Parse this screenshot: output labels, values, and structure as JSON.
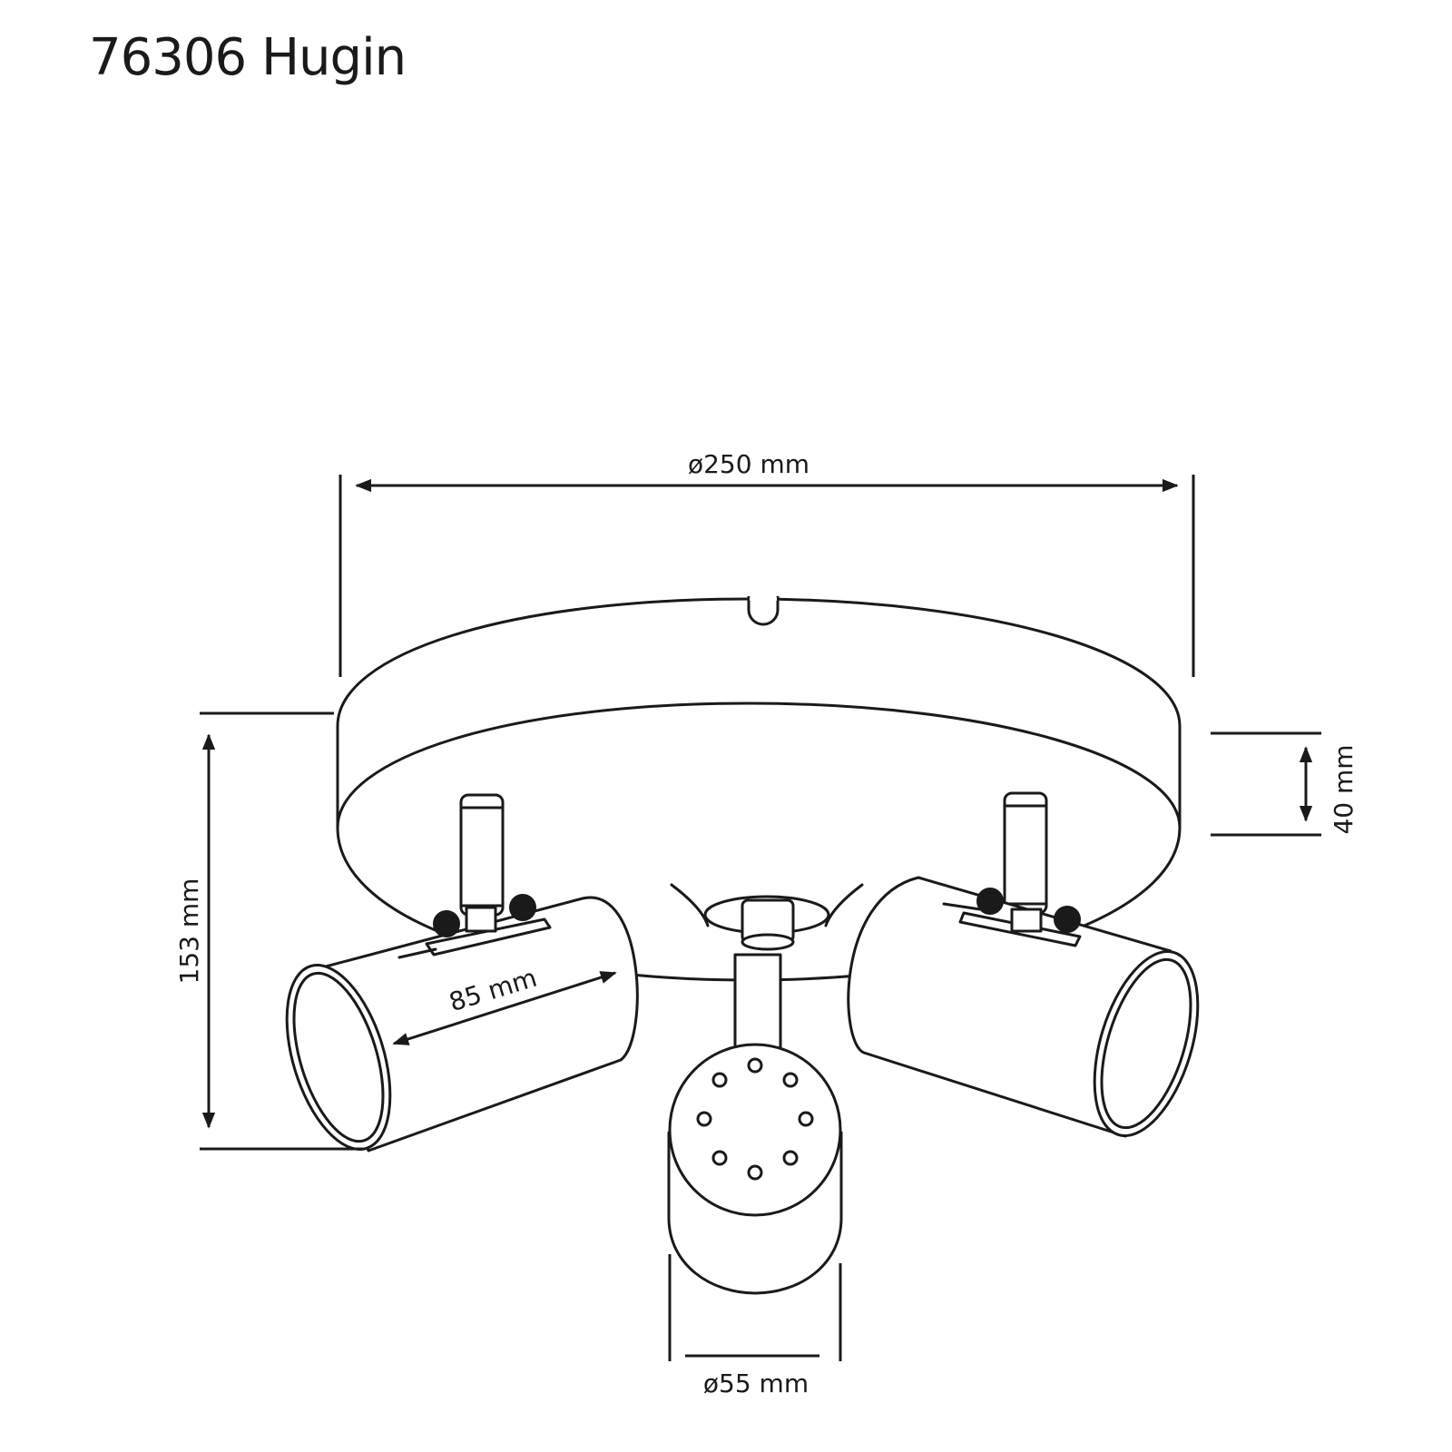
{
  "title": "76306 Hugin",
  "dimensions": {
    "base_diameter": "ø250 mm",
    "base_height": "40 mm",
    "total_height": "153 mm",
    "spot_length": "85 mm",
    "spot_diameter": "ø55 mm"
  },
  "colors": {
    "line": "#1a1a1a",
    "background": "#ffffff"
  }
}
